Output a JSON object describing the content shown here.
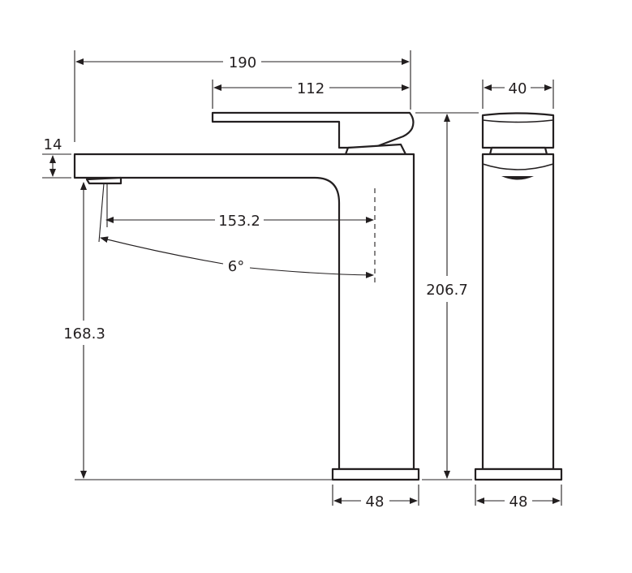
{
  "diagram": {
    "title": "Basin mixer tap dimension drawing",
    "units": "mm",
    "colors": {
      "line": "#231f20",
      "background": "#ffffff"
    },
    "views": [
      {
        "name": "side-view",
        "description": "Side elevation of tap body with spout and lever"
      },
      {
        "name": "front-view",
        "description": "Front elevation of tap body"
      }
    ],
    "dimensions": {
      "overall_length": "190",
      "lever_length": "112",
      "spout_thickness": "14",
      "spout_reach": "153.2",
      "spout_angle": "6°",
      "spout_height": "168.3",
      "overall_height": "206.7",
      "front_width": "40",
      "base_width_side": "48",
      "base_width_front": "48"
    }
  }
}
